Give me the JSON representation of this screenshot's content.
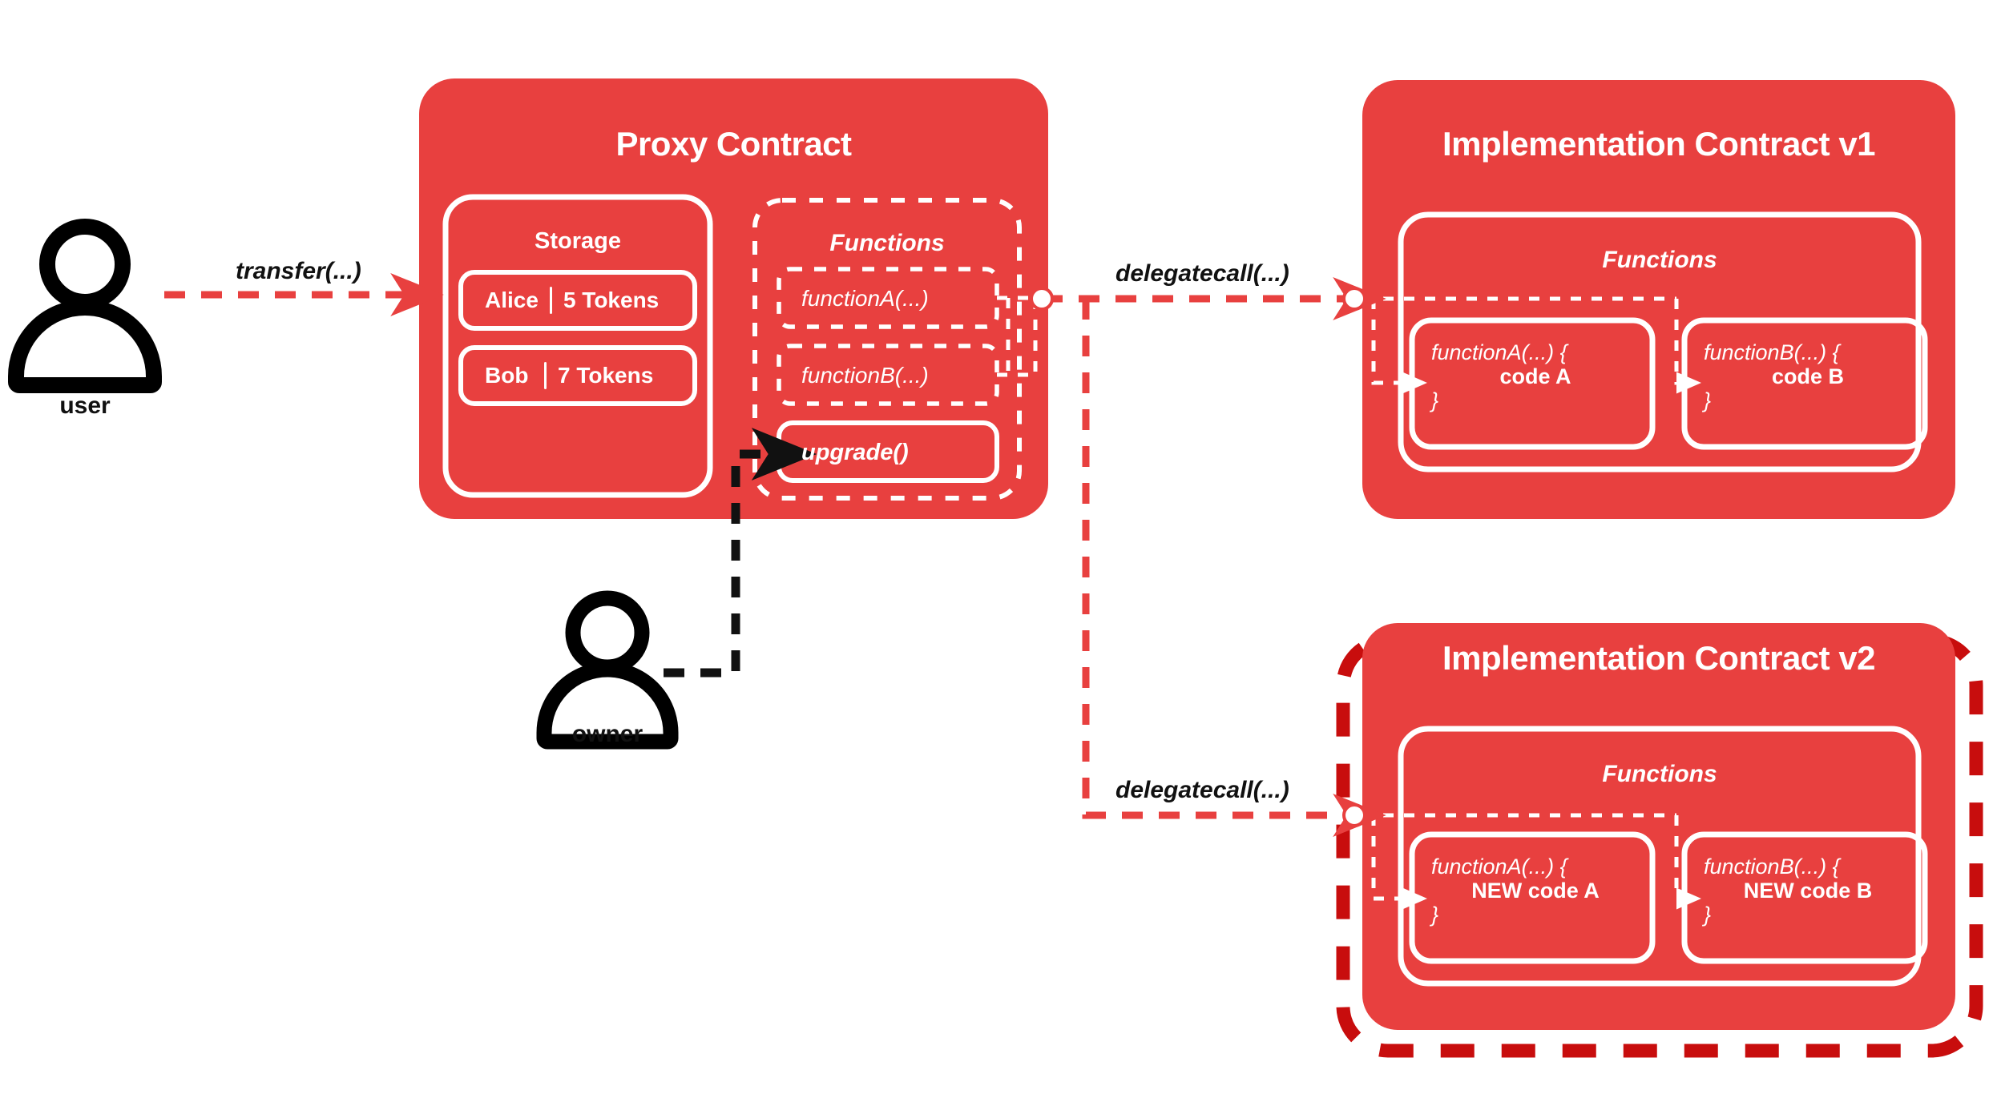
{
  "colors": {
    "brand_red": "#e8403f",
    "highlight_red": "#c80d0d",
    "white": "#ffffff",
    "black": "#111111",
    "background": "#ffffff"
  },
  "actors": [
    {
      "id": "user",
      "label": "user",
      "icon": "person-icon"
    },
    {
      "id": "owner",
      "label": "owner",
      "icon": "person-icon"
    }
  ],
  "edges": [
    {
      "id": "transfer",
      "label": "transfer(...)",
      "from": "user",
      "to": "proxy-contract",
      "style": "dashed-red"
    },
    {
      "id": "delegatecall-v1",
      "label": "delegatecall(...)",
      "from": "proxy-contract",
      "to": "implementation-v1",
      "style": "dashed-red"
    },
    {
      "id": "delegatecall-v2",
      "label": "delegatecall(...)",
      "from": "proxy-contract",
      "to": "implementation-v2",
      "style": "dashed-red"
    },
    {
      "id": "upgrade-call",
      "label": "",
      "from": "owner",
      "to": "upgrade-function",
      "style": "dashed-black"
    }
  ],
  "proxy": {
    "title": "Proxy Contract",
    "storage": {
      "label": "Storage",
      "rows": [
        {
          "name": "Alice",
          "value": "5 Tokens"
        },
        {
          "name": "Bob",
          "value": "7 Tokens"
        }
      ]
    },
    "functions": {
      "label": "Functions",
      "items": [
        {
          "name": "functionA(...)",
          "style": "dashed"
        },
        {
          "name": "functionB(...)",
          "style": "dashed",
          "spellcheck": true
        },
        {
          "name": "upgrade()",
          "style": "solid"
        }
      ]
    }
  },
  "implementation_v1": {
    "title": "Implementation Contract v1",
    "functions": {
      "label": "Functions",
      "items": [
        {
          "signature": "functionA(...) {",
          "body": "code A",
          "close": "}"
        },
        {
          "signature": "functionB(...) {",
          "body": "code B",
          "close": "}",
          "spellcheck": true
        }
      ]
    }
  },
  "implementation_v2": {
    "title": "Implementation Contract v2",
    "highlighted": true,
    "functions": {
      "label": "Functions",
      "items": [
        {
          "signature": "functionA(...) {",
          "body": "NEW code A",
          "close": "}"
        },
        {
          "signature": "functionB(...) {",
          "body": "NEW code B",
          "close": "}",
          "spellcheck": true
        }
      ]
    }
  }
}
